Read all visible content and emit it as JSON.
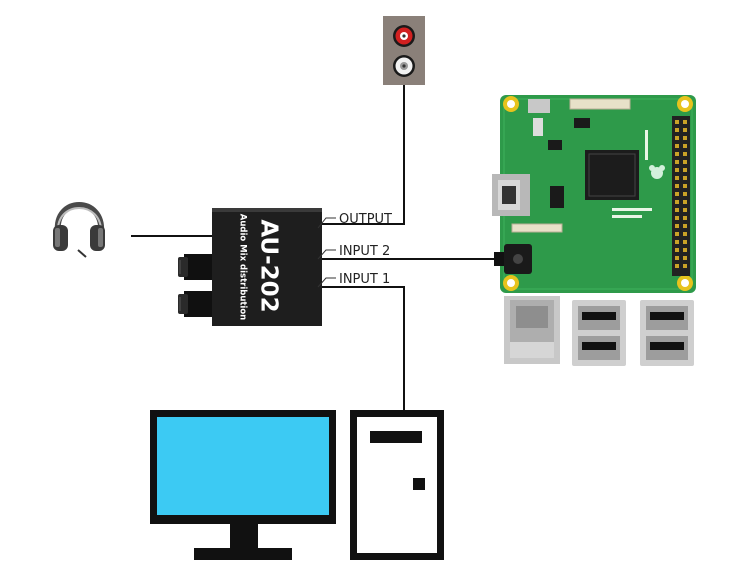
{
  "mixer": {
    "model": "AU-202",
    "subtitle": "Audio Mix distribution"
  },
  "ports": {
    "output": "OUTPUT",
    "input2": "INPUT 2",
    "input1": "INPUT 1"
  },
  "colors": {
    "monitor_screen": "#3ccaf3",
    "mixer_body": "#1e1e1e",
    "pcb": "#2e9a4a",
    "rca_jack_red": "#d12020",
    "header_pins": "#c9a227"
  },
  "icons": {
    "headphones": "headphones-icon",
    "rca_jack": "rca-jack-icon",
    "monitor": "monitor-icon",
    "pc_tower": "pc-tower-icon"
  }
}
